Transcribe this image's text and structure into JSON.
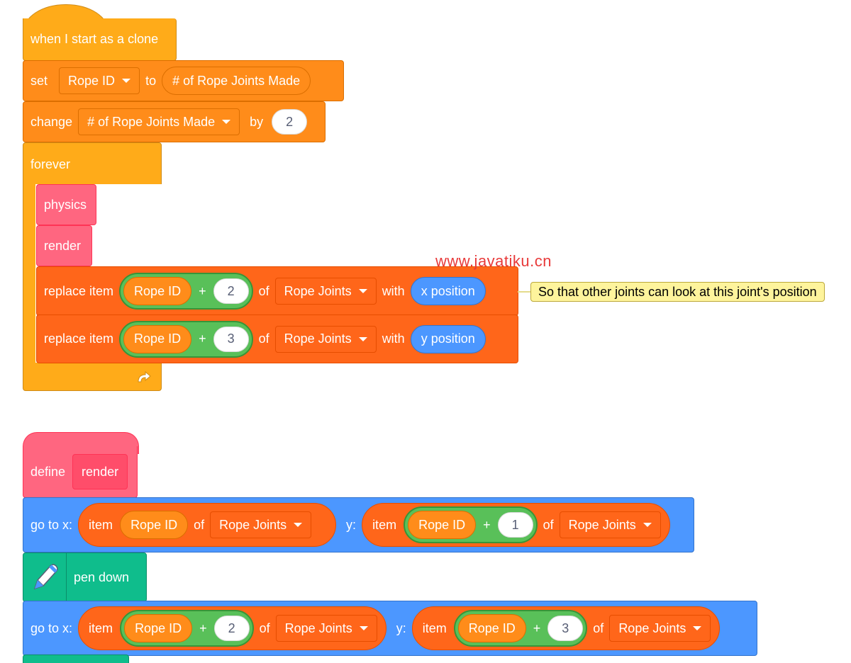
{
  "script1": {
    "hat_label": "when I start as a clone",
    "set_label": "set",
    "set_var": "Rope ID",
    "set_to": "to",
    "set_value": "# of Rope Joints Made",
    "change_label": "change",
    "change_var": "# of Rope Joints Made",
    "change_by": "by",
    "change_amount": "2",
    "forever_label": "forever",
    "physics_label": "physics",
    "render_label": "render",
    "replace1": {
      "label": "replace item",
      "index_var": "Rope ID",
      "plus": "+",
      "index_add": "2",
      "of": "of",
      "list": "Rope Joints",
      "with": "with",
      "value": "x position"
    },
    "replace2": {
      "label": "replace item",
      "index_var": "Rope ID",
      "plus": "+",
      "index_add": "3",
      "of": "of",
      "list": "Rope Joints",
      "with": "with",
      "value": "y position"
    }
  },
  "comment": "So that other joints can look at this joint's position",
  "watermark": "www.javatiku.cn",
  "script2": {
    "define_label": "define",
    "define_name": "render",
    "goto1": {
      "label": "go to x:",
      "x_item": "item",
      "x_index": "Rope ID",
      "x_of": "of",
      "x_list": "Rope Joints",
      "y_label": "y:",
      "y_item": "item",
      "y_index": "Rope ID",
      "y_plus": "+",
      "y_add": "1",
      "y_of": "of",
      "y_list": "Rope Joints"
    },
    "pen_down": "pen down",
    "goto2": {
      "label": "go to x:",
      "x_item": "item",
      "x_index": "Rope ID",
      "x_plus": "+",
      "x_add": "2",
      "x_of": "of",
      "x_list": "Rope Joints",
      "y_label": "y:",
      "y_item": "item",
      "y_index": "Rope ID",
      "y_plus": "+",
      "y_add": "3",
      "y_of": "of",
      "y_list": "Rope Joints"
    }
  },
  "colors": {
    "events": "#FFAB19",
    "variables": "#FF8C1A",
    "lists": "#FF661A",
    "operators": "#59C059",
    "my_blocks": "#FF6680",
    "motion": "#4C97FF",
    "pen": "#0FBD8C",
    "comment": "#FEF49C"
  }
}
